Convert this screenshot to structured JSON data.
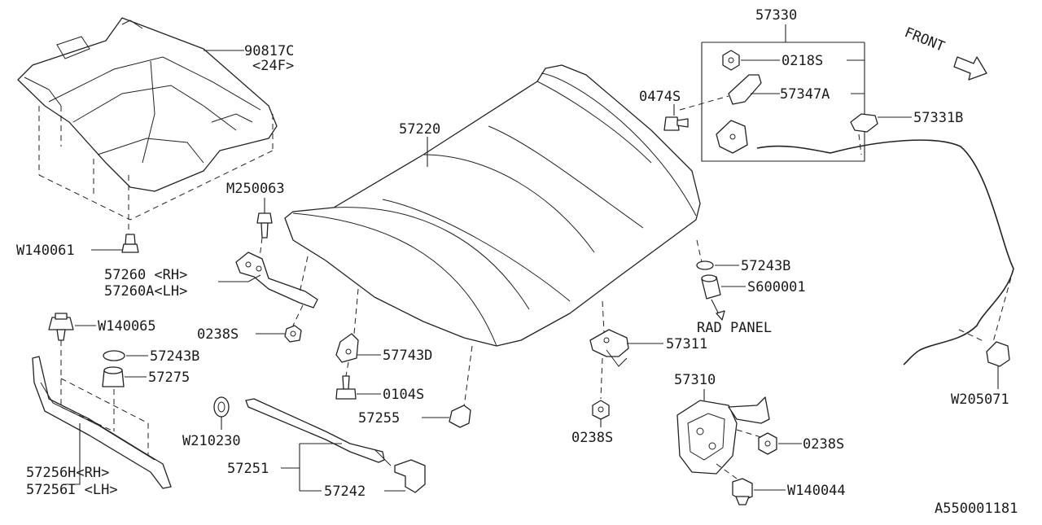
{
  "diagram_code": "A550001181",
  "front_label": "FRONT",
  "rad_panel_label": "RAD PANEL",
  "labels": {
    "p90817c": "90817C",
    "p24f": "<24F>",
    "w140061": "W140061",
    "m250063": "M250063",
    "p57260rh": "57260 <RH>",
    "p57260alh": "57260A<LH>",
    "p0238s_a": "0238S",
    "w140065": "W140065",
    "p57243b_a": "57243B",
    "p57275": "57275",
    "p57256h": "57256H<RH>",
    "p57256i": "57256I <LH>",
    "w210230": "W210230",
    "p57251": "57251",
    "p57242": "57242",
    "p57220": "57220",
    "p57743d": "57743D",
    "p0104s": "0104S",
    "p57255": "57255",
    "p57330": "57330",
    "p0218s": "0218S",
    "p57347a": "57347A",
    "p0474s": "0474S",
    "p57331b": "57331B",
    "p57243b_b": "57243B",
    "s600001": "S600001",
    "p57311": "57311",
    "p0238s_b": "0238S",
    "p57310": "57310",
    "p0238s_c": "0238S",
    "w140044": "W140044",
    "w205071": "W205071"
  }
}
